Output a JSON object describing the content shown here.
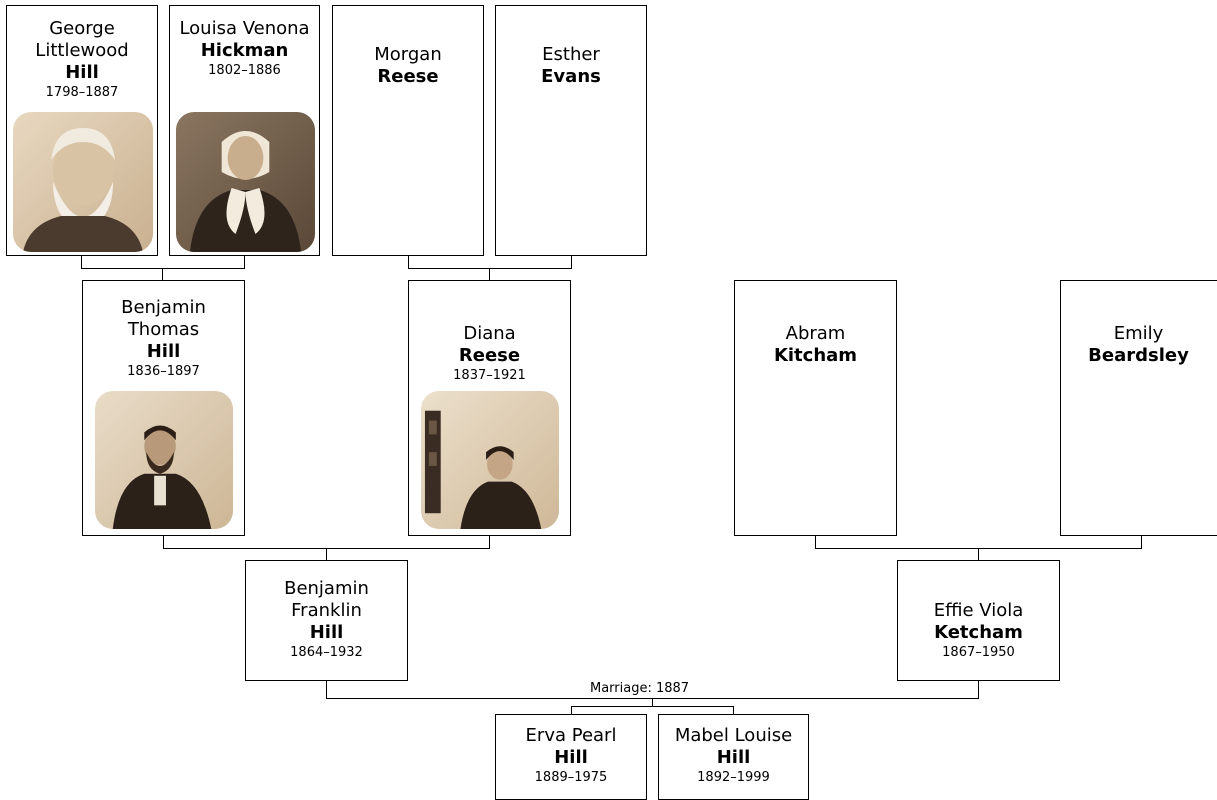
{
  "people": {
    "george": {
      "given": "George Littlewood",
      "surname": "Hill",
      "dates": "1798–1887"
    },
    "louisa": {
      "given": "Louisa Venona",
      "surname": "Hickman",
      "dates": "1802–1886"
    },
    "morgan": {
      "given": "Morgan",
      "surname": "Reese"
    },
    "esther": {
      "given": "Esther",
      "surname": "Evans"
    },
    "benjamin_thomas": {
      "given": "Benjamin Thomas",
      "surname": "Hill",
      "dates": "1836–1897"
    },
    "diana": {
      "given": "Diana",
      "surname": "Reese",
      "dates": "1837–1921"
    },
    "abram": {
      "given": "Abram",
      "surname": "Kitcham"
    },
    "emily": {
      "given": "Emily",
      "surname": "Beardsley"
    },
    "benjamin_franklin": {
      "given": "Benjamin Franklin",
      "surname": "Hill",
      "dates": "1864–1932"
    },
    "effie": {
      "given": "Effie Viola",
      "surname": "Ketcham",
      "dates": "1867–1950"
    },
    "erva": {
      "given": "Erva Pearl",
      "surname": "Hill",
      "dates": "1889–1975"
    },
    "mabel": {
      "given": "Mabel Louise",
      "surname": "Hill",
      "dates": "1892–1999"
    }
  },
  "marriage_label": "Marriage: 1887",
  "colors": {
    "photo_sepia_light": "#e8d8c0",
    "photo_sepia_dark": "#3a2a1e",
    "line": "#000000"
  }
}
